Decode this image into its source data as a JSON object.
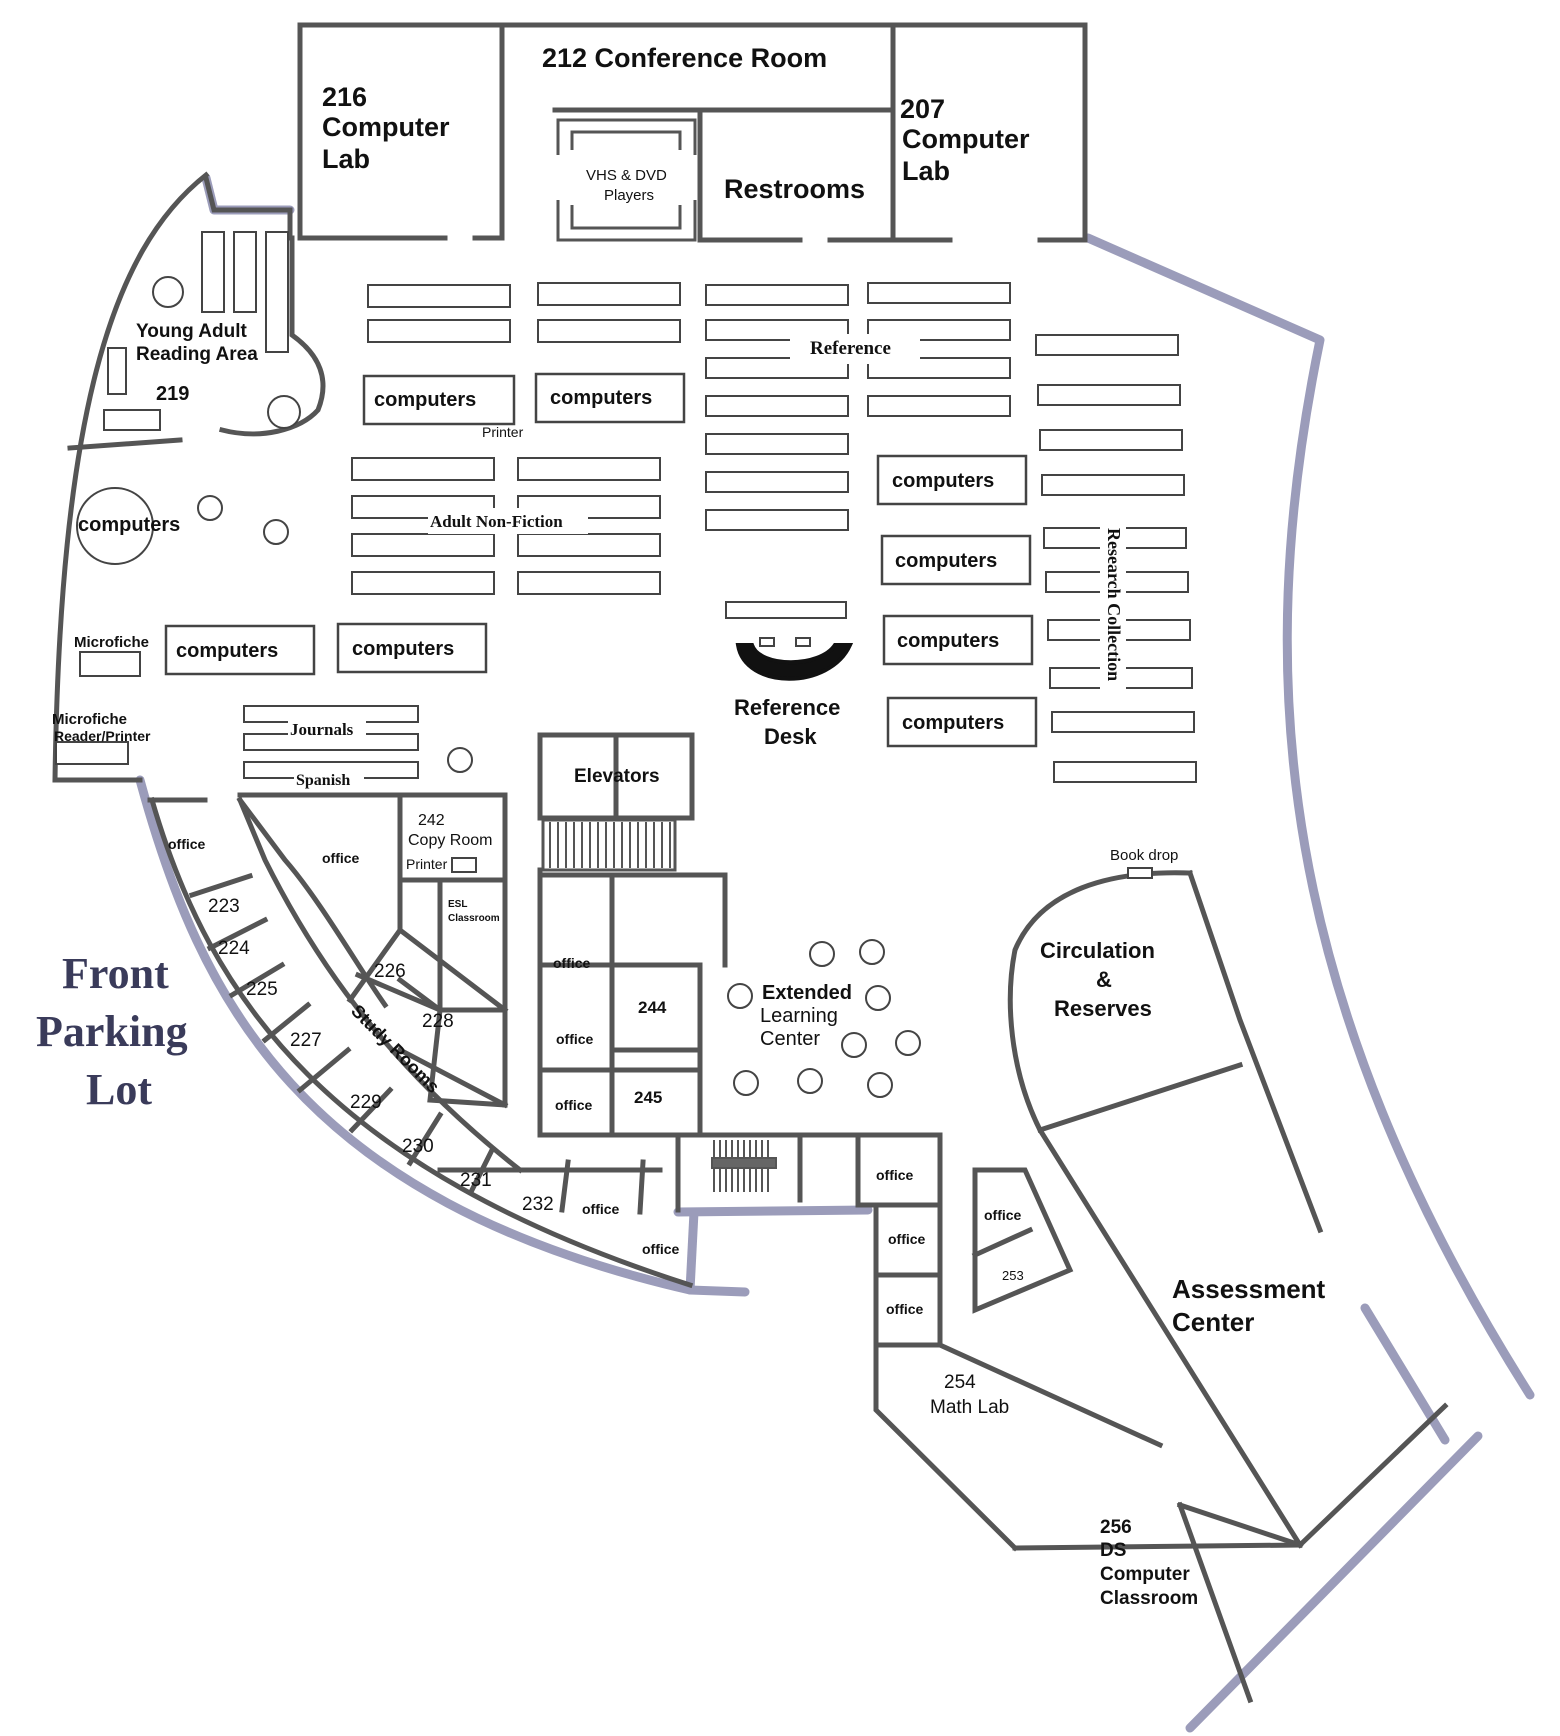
{
  "colors": {
    "exterior_wall": "#9b9cba",
    "interior_wall": "#555555",
    "label_text": "#111111",
    "parking_text": "#3a3b5a"
  },
  "rooms": {
    "r216": [
      "216",
      "Computer",
      "Lab"
    ],
    "r212": "212 Conference Room",
    "r207": [
      "207",
      "Computer",
      "Lab"
    ],
    "restrooms": "Restrooms",
    "vhs": [
      "VHS & DVD",
      "Players"
    ],
    "young_adult": [
      "Young Adult",
      "Reading Area"
    ],
    "r219": "219",
    "reference": "Reference",
    "adult_nonfiction": "Adult Non-Fiction",
    "research_collection": "Research Collection",
    "computers": "computers",
    "printer": "Printer",
    "microfiche": "Microfiche",
    "microfiche_reader": [
      "Microfiche",
      "Reader/Printer"
    ],
    "journals": "Journals",
    "spanish": "Spanish",
    "reference_desk": [
      "Reference",
      "Desk"
    ],
    "elevators": "Elevators",
    "copy_room": [
      "242",
      "Copy Room"
    ],
    "esl": [
      "ESL",
      "Classroom"
    ],
    "office": "office",
    "study_rooms": "Study Rooms",
    "study_numbers": [
      "223",
      "224",
      "225",
      "226",
      "227",
      "228",
      "229",
      "230",
      "231",
      "232"
    ],
    "r244": "244",
    "r245": "245",
    "elc": [
      "Extended",
      "Learning",
      "Center"
    ],
    "book_drop": "Book drop",
    "circulation": [
      "Circulation",
      "&",
      "Reserves"
    ],
    "assessment": [
      "Assessment",
      "Center"
    ],
    "r253": "253",
    "math_lab": [
      "254",
      "Math Lab"
    ],
    "ds_lab": [
      "256",
      "DS",
      "Computer",
      "Classroom"
    ],
    "parking": [
      "Front",
      "Parking",
      "Lot"
    ]
  }
}
